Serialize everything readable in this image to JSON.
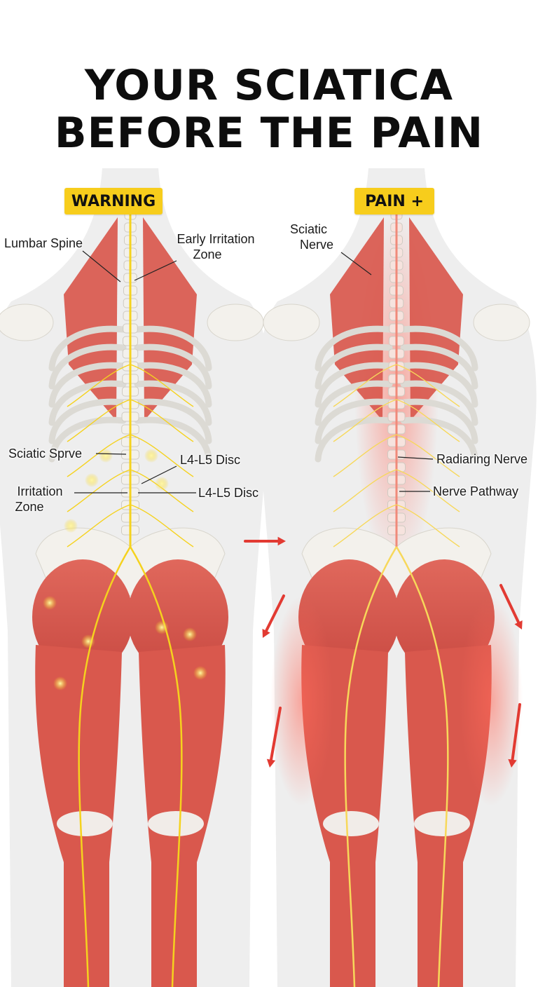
{
  "title": {
    "line1": "YOUR SCIATICA",
    "line2": "BEFORE THE PAIN"
  },
  "left_panel": {
    "badge": "WARNING",
    "labels": {
      "lumbar_spine": "Lumbar Spine",
      "early_irritation_l1": "Early Irritation",
      "early_irritation_l2": "Zone",
      "sciatic_sprve": "Sciatic Sprve",
      "disc_upper": "L4-L5 Disc",
      "irritation_l1": "Irritation",
      "irritation_l2": "Zone",
      "disc_lower": "L4-L5 Disc"
    }
  },
  "right_panel": {
    "badge": "PAIN +",
    "labels": {
      "sciatic_l1": "Sciatic",
      "sciatic_l2": "Nerve",
      "radiaring_nerve": "Radiaring Nerve",
      "nerve_pathway": "Nerve Pathway"
    }
  },
  "colors": {
    "badge": "#f7cd1c",
    "muscle": "#d9584d",
    "muscle_light": "#ee9a8a",
    "bone": "#f3f1ec",
    "nerve": "#f5d21e",
    "arrow": "#e23a32",
    "skin": "#eeeeee"
  }
}
